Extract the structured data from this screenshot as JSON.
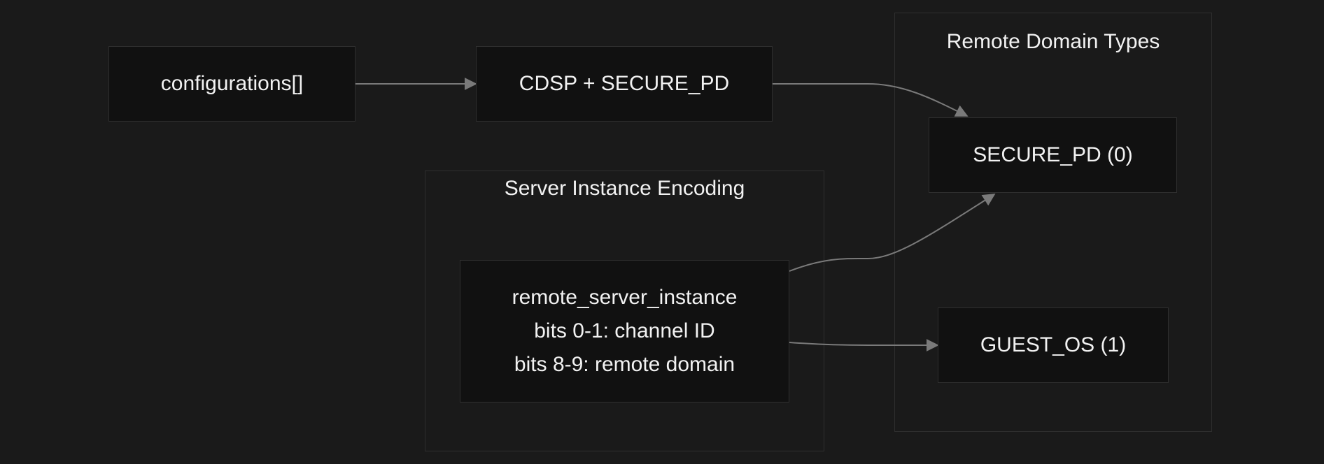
{
  "clusters": {
    "remote_domain_types": {
      "title": "Remote Domain Types"
    },
    "server_instance_encoding": {
      "title": "Server Instance Encoding"
    }
  },
  "nodes": {
    "configurations": {
      "label": "configurations[]"
    },
    "cdsp_secure_pd": {
      "label": "CDSP + SECURE_PD"
    },
    "secure_pd": {
      "label": "SECURE_PD (0)"
    },
    "guest_os": {
      "label": "GUEST_OS (1)"
    },
    "remote_server_instance": {
      "lines": [
        "remote_server_instance",
        "bits 0-1: channel ID",
        "bits 8-9: remote domain"
      ]
    }
  },
  "edges": [
    {
      "from": "configurations",
      "to": "cdsp_secure_pd"
    },
    {
      "from": "cdsp_secure_pd",
      "to": "secure_pd"
    },
    {
      "from": "remote_server_instance",
      "to": "secure_pd"
    },
    {
      "from": "remote_server_instance",
      "to": "guest_os"
    }
  ],
  "colors": {
    "background": "#1a1a1a",
    "node_fill": "#111111",
    "node_border": "#2f2f2f",
    "cluster_border": "#2e2e2e",
    "edge": "#7a7a7a",
    "text": "#f2f2f2"
  }
}
